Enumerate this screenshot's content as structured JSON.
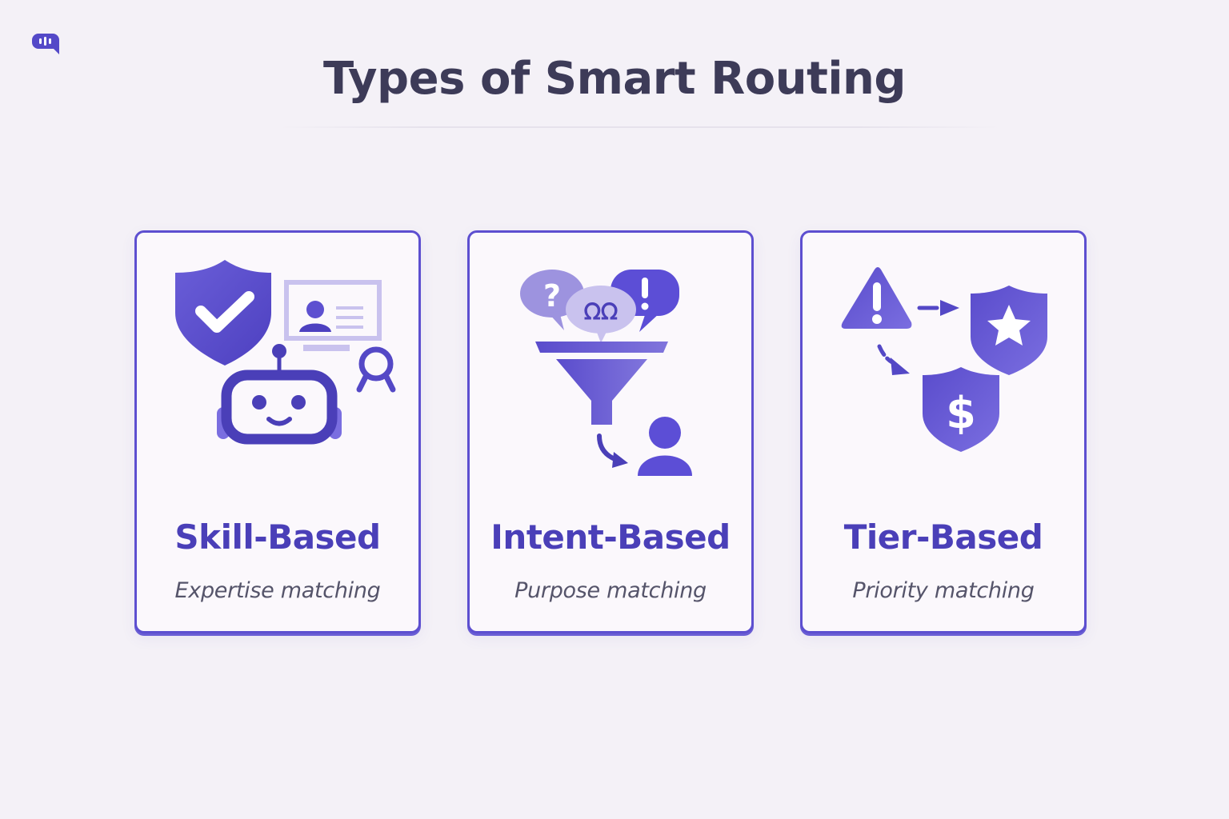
{
  "header": {
    "logo_icon": "chat-bubble-soundwave-icon",
    "title": "Types of Smart Routing"
  },
  "colors": {
    "accent": "#5d4fd0",
    "accent_light": "#a89ee6",
    "title_text": "#3d3b58",
    "card_title": "#4a3fb8",
    "card_desc": "#55546a",
    "background": "#f4f1f7",
    "card_bg": "#fbf8fc"
  },
  "cards": [
    {
      "title": "Skill-Based",
      "subtitle": "Expertise matching",
      "icons": [
        "shield-check-icon",
        "id-card-icon",
        "robot-icon",
        "award-ribbon-icon"
      ]
    },
    {
      "title": "Intent-Based",
      "subtitle": "Purpose matching",
      "icons": [
        "question-bubble-icon",
        "quote-bubble-icon",
        "exclamation-bubble-icon",
        "funnel-icon",
        "arrow-icon",
        "person-icon"
      ]
    },
    {
      "title": "Tier-Based",
      "subtitle": "Priority matching",
      "icons": [
        "warning-triangle-icon",
        "arrow-right-icon",
        "star-shield-icon",
        "arrow-down-icon",
        "dollar-shield-icon"
      ]
    }
  ]
}
